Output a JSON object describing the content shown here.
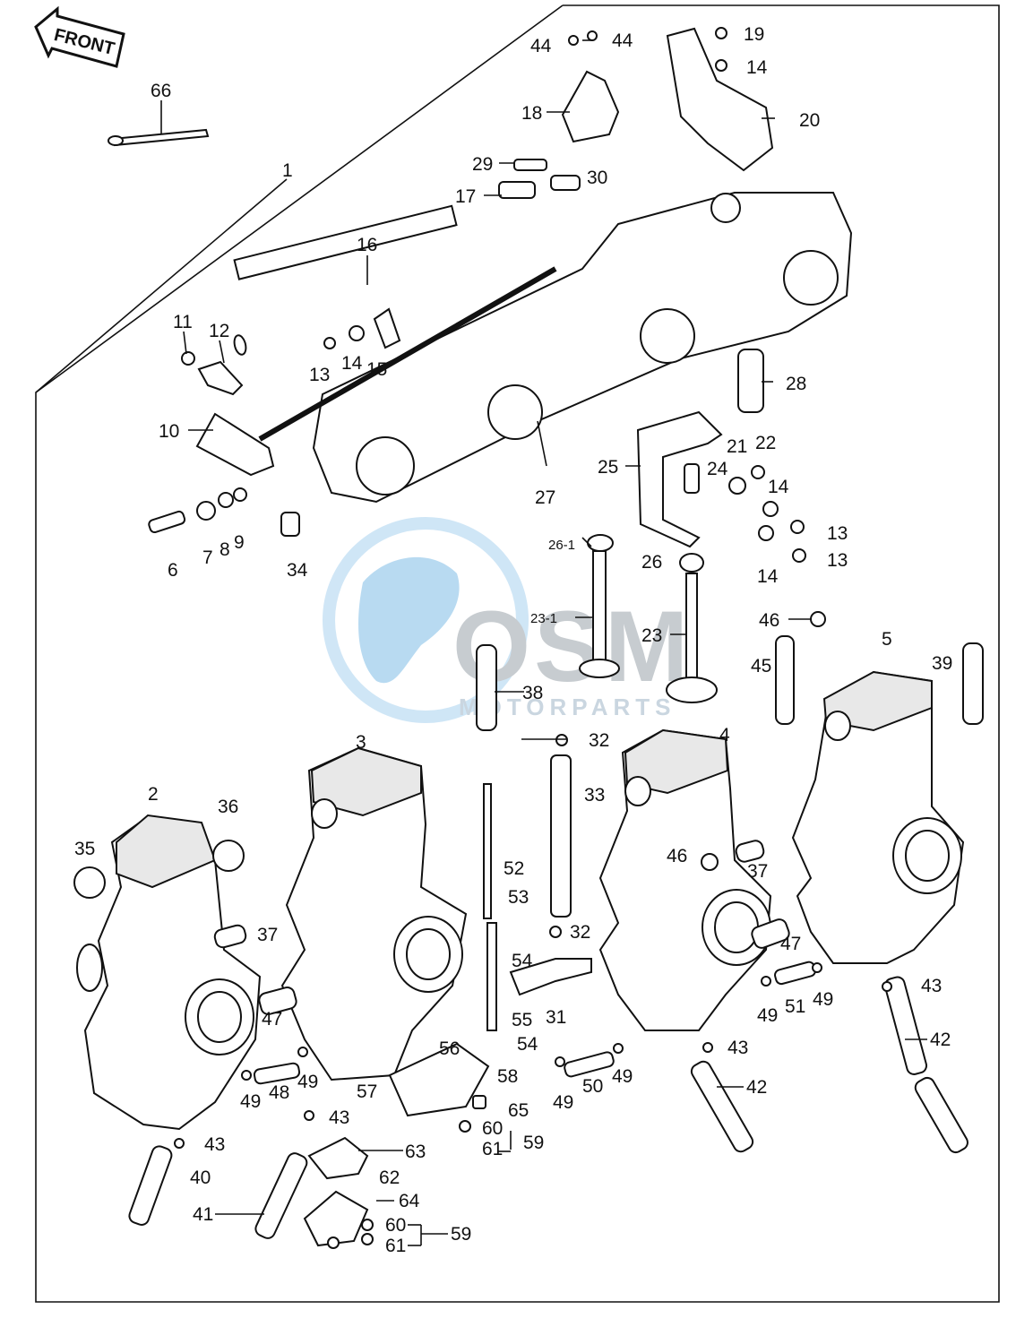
{
  "front_badge": {
    "label": "FRONT"
  },
  "watermark": {
    "brand": "OSM",
    "sub": "MOTORPARTS",
    "color": "#4a9fd8"
  },
  "callouts": [
    {
      "id": "c66",
      "text": "66"
    },
    {
      "id": "c1",
      "text": "1"
    },
    {
      "id": "c44a",
      "text": "44"
    },
    {
      "id": "c44b",
      "text": "44"
    },
    {
      "id": "c19",
      "text": "19"
    },
    {
      "id": "c14a",
      "text": "14"
    },
    {
      "id": "c18",
      "text": "18"
    },
    {
      "id": "c20",
      "text": "20"
    },
    {
      "id": "c29",
      "text": "29"
    },
    {
      "id": "c30",
      "text": "30"
    },
    {
      "id": "c17",
      "text": "17"
    },
    {
      "id": "c16",
      "text": "16"
    },
    {
      "id": "c11",
      "text": "11"
    },
    {
      "id": "c12",
      "text": "12"
    },
    {
      "id": "c13a",
      "text": "13"
    },
    {
      "id": "c14b",
      "text": "14"
    },
    {
      "id": "c15",
      "text": "15"
    },
    {
      "id": "c28",
      "text": "28"
    },
    {
      "id": "c10",
      "text": "10"
    },
    {
      "id": "c27",
      "text": "27"
    },
    {
      "id": "c25",
      "text": "25"
    },
    {
      "id": "c24",
      "text": "24"
    },
    {
      "id": "c21",
      "text": "21"
    },
    {
      "id": "c22",
      "text": "22"
    },
    {
      "id": "c14c",
      "text": "14"
    },
    {
      "id": "c13b",
      "text": "13"
    },
    {
      "id": "c13c",
      "text": "13"
    },
    {
      "id": "c14d",
      "text": "14"
    },
    {
      "id": "c6",
      "text": "6"
    },
    {
      "id": "c7",
      "text": "7"
    },
    {
      "id": "c8",
      "text": "8"
    },
    {
      "id": "c9",
      "text": "9"
    },
    {
      "id": "c34",
      "text": "34"
    },
    {
      "id": "c26-1",
      "text": "26-1"
    },
    {
      "id": "c26",
      "text": "26"
    },
    {
      "id": "c23-1",
      "text": "23-1"
    },
    {
      "id": "c23",
      "text": "23"
    },
    {
      "id": "c46a",
      "text": "46"
    },
    {
      "id": "c45",
      "text": "45"
    },
    {
      "id": "c5",
      "text": "5"
    },
    {
      "id": "c39",
      "text": "39"
    },
    {
      "id": "c38",
      "text": "38"
    },
    {
      "id": "c3",
      "text": "3"
    },
    {
      "id": "c32a",
      "text": "32"
    },
    {
      "id": "c4",
      "text": "4"
    },
    {
      "id": "c33",
      "text": "33"
    },
    {
      "id": "c2",
      "text": "2"
    },
    {
      "id": "c36",
      "text": "36"
    },
    {
      "id": "c35",
      "text": "35"
    },
    {
      "id": "c52",
      "text": "52"
    },
    {
      "id": "c46b",
      "text": "46"
    },
    {
      "id": "c37a",
      "text": "37"
    },
    {
      "id": "c53",
      "text": "53"
    },
    {
      "id": "c32b",
      "text": "32"
    },
    {
      "id": "c37b",
      "text": "37"
    },
    {
      "id": "c47a",
      "text": "47"
    },
    {
      "id": "c54a",
      "text": "54"
    },
    {
      "id": "c31",
      "text": "31"
    },
    {
      "id": "c55",
      "text": "55"
    },
    {
      "id": "c43a",
      "text": "43"
    },
    {
      "id": "c49a",
      "text": "49"
    },
    {
      "id": "c51",
      "text": "51"
    },
    {
      "id": "c49b",
      "text": "49"
    },
    {
      "id": "c47b",
      "text": "47"
    },
    {
      "id": "c56",
      "text": "56"
    },
    {
      "id": "c54b",
      "text": "54"
    },
    {
      "id": "c43b",
      "text": "43"
    },
    {
      "id": "c42a",
      "text": "42"
    },
    {
      "id": "c49c",
      "text": "49"
    },
    {
      "id": "c48",
      "text": "48"
    },
    {
      "id": "c49d",
      "text": "49"
    },
    {
      "id": "c57",
      "text": "57"
    },
    {
      "id": "c58",
      "text": "58"
    },
    {
      "id": "c49e",
      "text": "49"
    },
    {
      "id": "c50",
      "text": "50"
    },
    {
      "id": "c49f",
      "text": "49"
    },
    {
      "id": "c42b",
      "text": "42"
    },
    {
      "id": "c65",
      "text": "65"
    },
    {
      "id": "c60a",
      "text": "60"
    },
    {
      "id": "c61a",
      "text": "61"
    },
    {
      "id": "c59a",
      "text": "59"
    },
    {
      "id": "c43c",
      "text": "43"
    },
    {
      "id": "c43d",
      "text": "43"
    },
    {
      "id": "c63",
      "text": "63"
    },
    {
      "id": "c40",
      "text": "40"
    },
    {
      "id": "c62",
      "text": "62"
    },
    {
      "id": "c64",
      "text": "64"
    },
    {
      "id": "c41",
      "text": "41"
    },
    {
      "id": "c60b",
      "text": "60"
    },
    {
      "id": "c59b",
      "text": "59"
    },
    {
      "id": "c61b",
      "text": "61"
    }
  ]
}
